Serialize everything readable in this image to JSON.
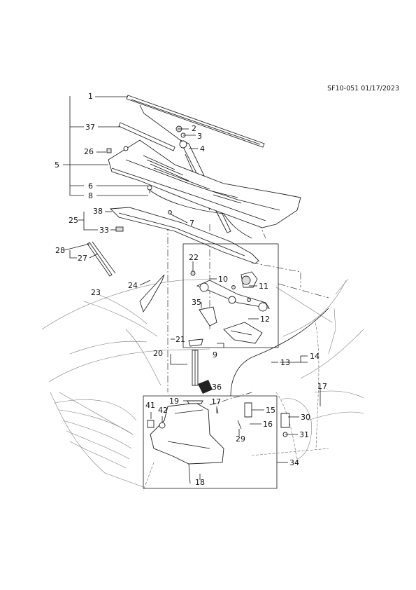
{
  "header": {
    "doc_id": "SF10-051 01/17/2023"
  },
  "callouts": {
    "c1": "1",
    "c2": "2",
    "c3": "3",
    "c4": "4",
    "c5": "5",
    "c6": "6",
    "c7": "7",
    "c8": "8",
    "c9": "9",
    "c10": "10",
    "c11": "11",
    "c12": "12",
    "c13": "13",
    "c14": "14",
    "c15": "15",
    "c16": "16",
    "c17a": "17",
    "c17b": "17",
    "c18": "18",
    "c19": "19",
    "c20": "20",
    "c21": "21",
    "c22": "22",
    "c23": "23",
    "c24": "24",
    "c25": "25",
    "c26": "26",
    "c27": "27",
    "c28": "28",
    "c29": "29",
    "c30": "30",
    "c31": "31",
    "c33": "33",
    "c34": "34",
    "c35": "35",
    "c36": "36",
    "c37": "37",
    "c38": "38",
    "c41": "41",
    "c42": "42"
  }
}
